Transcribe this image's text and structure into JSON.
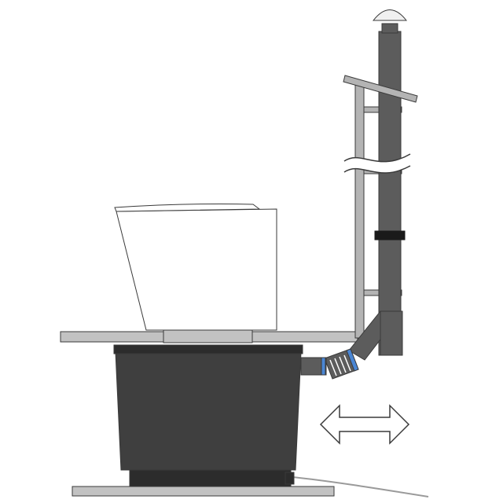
{
  "colors": {
    "background": "#ffffff",
    "outline": "#3a3a3a",
    "floor": "#c2c2c2",
    "container": "#3f3f3f",
    "container_dark": "#2c2c2c",
    "bowl": "#ffffff",
    "pipe": "#5c5c5c",
    "bracket": "#b4b4b4",
    "collar": "#1a1a1a",
    "seal": "#4a86d4",
    "cap": "#f0f0f0",
    "cable": "#9a9a9a",
    "arrow_fill": "#ffffff"
  },
  "parts": [
    "vent-cap",
    "roof-flashing",
    "vent-pipe",
    "pipe-break-mark",
    "pipe-collar",
    "wall-bracket",
    "pipe-elbow",
    "hose-connector",
    "toilet-bowl",
    "floor-deck",
    "waste-container",
    "base-plate",
    "power-cable",
    "slide-direction-arrow"
  ]
}
